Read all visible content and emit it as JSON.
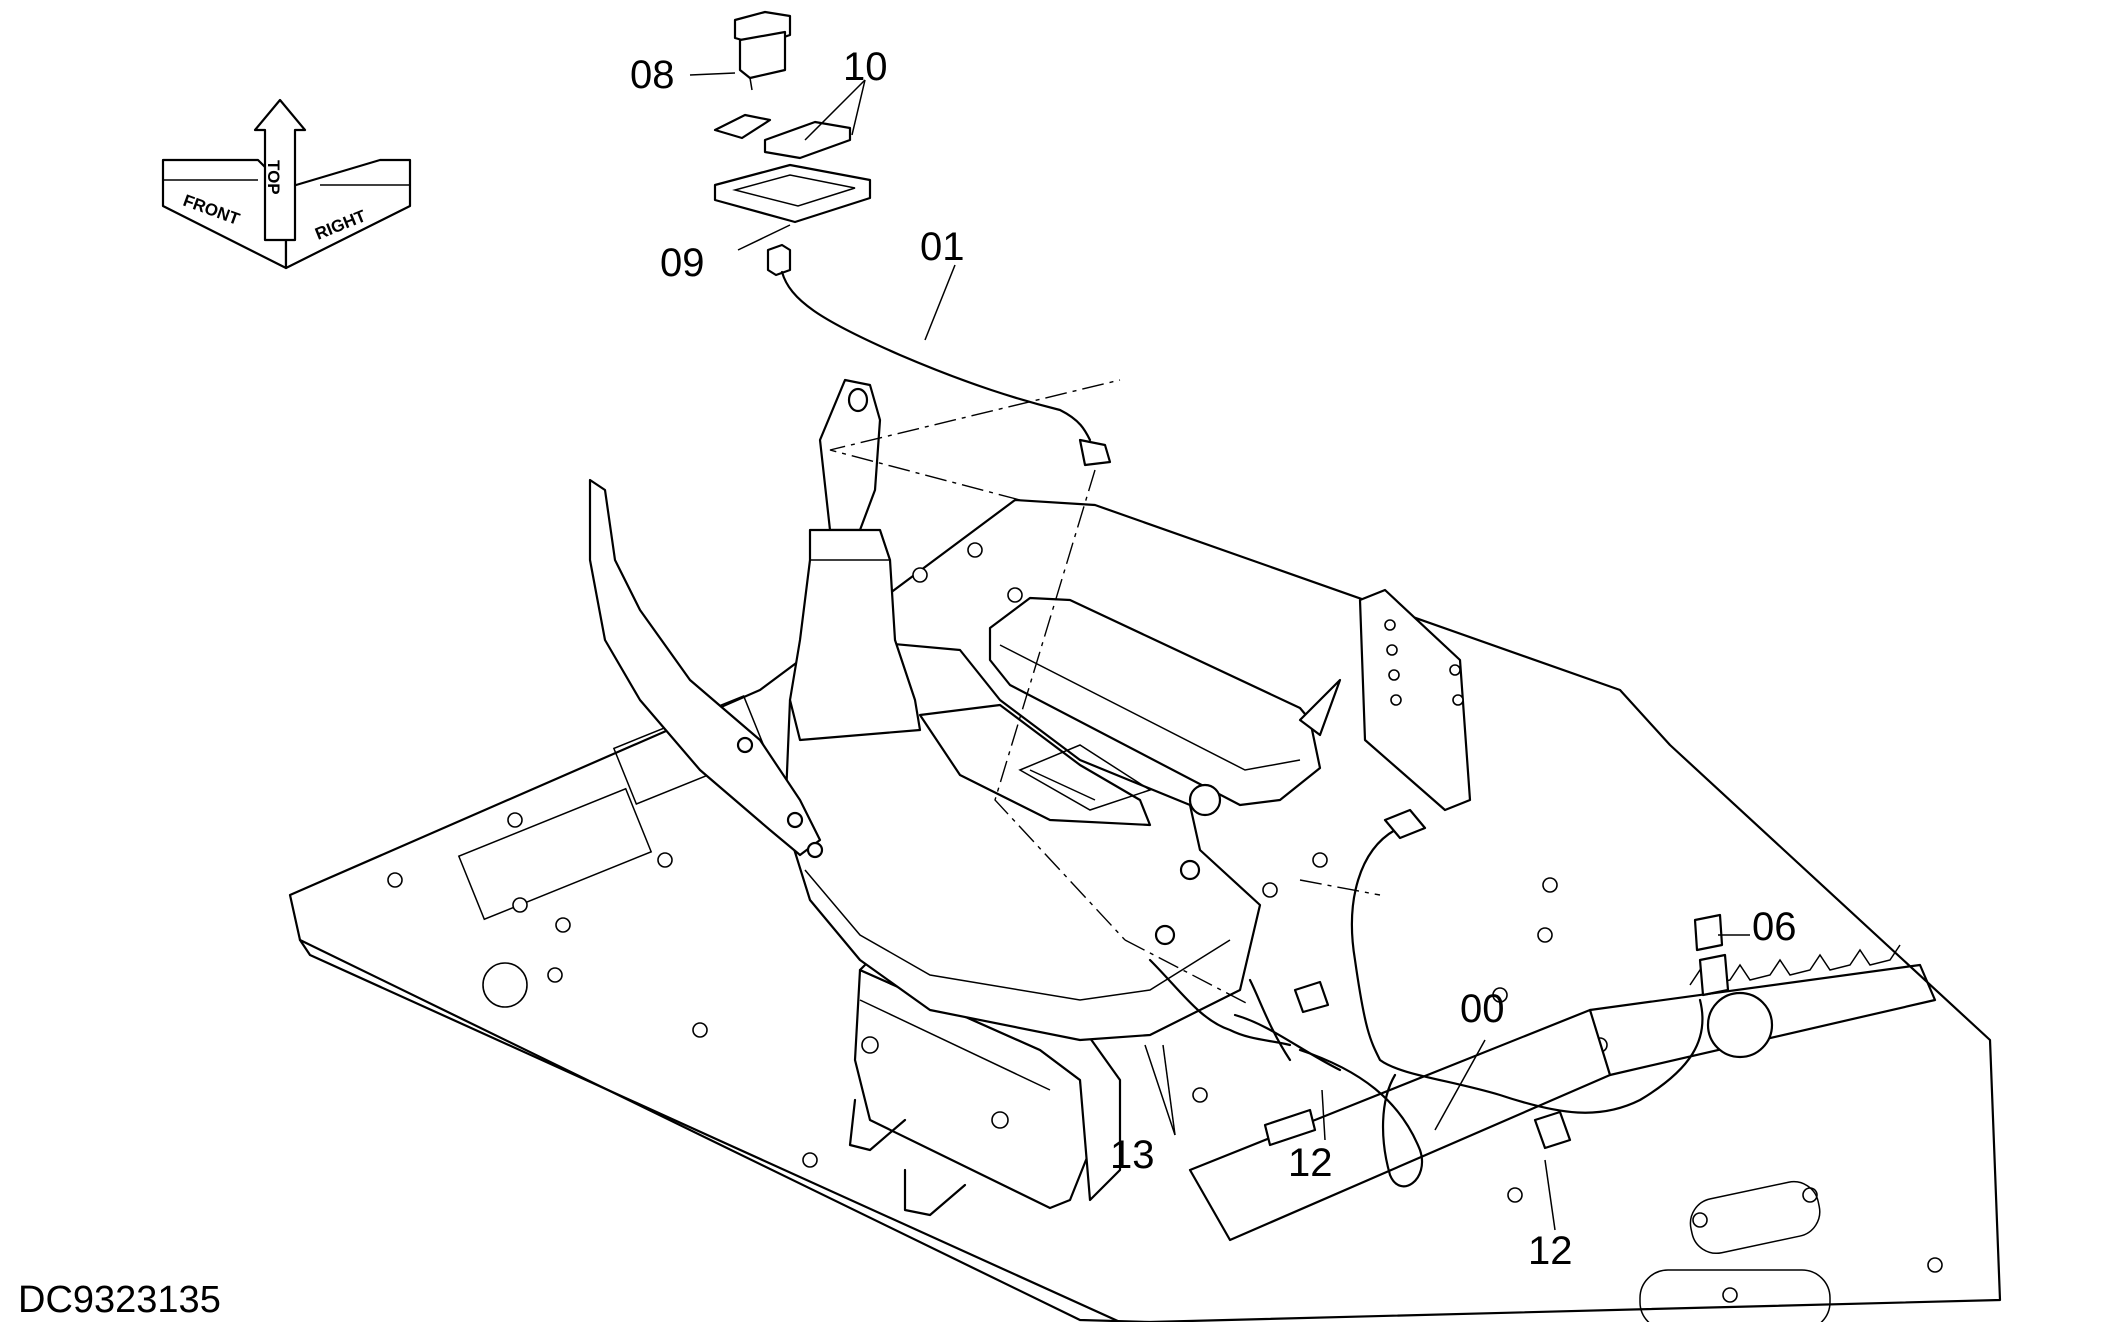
{
  "drawing_code": "DC9323135",
  "orientation_icon": {
    "front": "FRONT",
    "top": "TOP",
    "right": "RIGHT"
  },
  "callouts": {
    "c01": "01",
    "c00": "00",
    "c06": "06",
    "c08": "08",
    "c09": "09",
    "c10": "10",
    "c12a": "12",
    "c12b": "12",
    "c13": "13"
  }
}
